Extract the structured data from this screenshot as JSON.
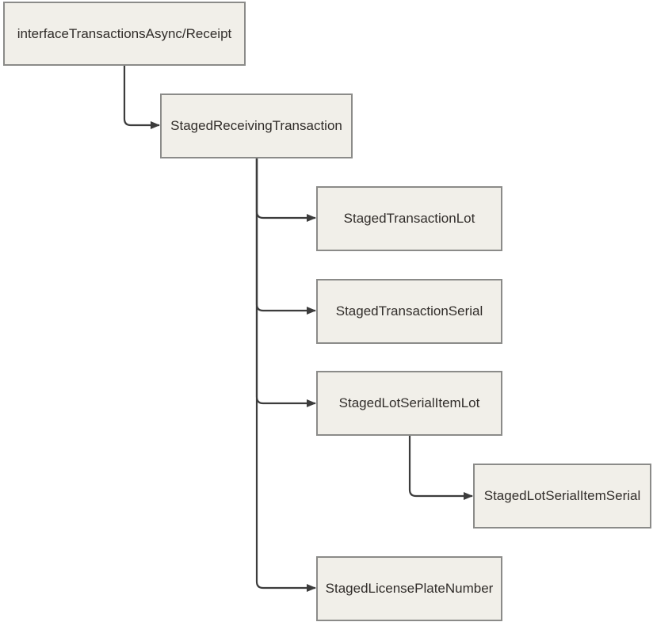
{
  "diagram": {
    "colors": {
      "node_fill": "#f1efe9",
      "node_border": "#8b8b89",
      "connector": "#3c3c3c",
      "text": "#312d2a"
    },
    "nodes": {
      "root": {
        "label": "interfaceTransactionsAsync/Receipt"
      },
      "receiving": {
        "label": "StagedReceivingTransaction"
      },
      "lot": {
        "label": "StagedTransactionLot"
      },
      "serial": {
        "label": "StagedTransactionSerial"
      },
      "lotserial_lot": {
        "label": "StagedLotSerialItemLot"
      },
      "lotserial_serial": {
        "label": "StagedLotSerialItemSerial"
      },
      "lpn": {
        "label": "StagedLicensePlateNumber"
      }
    }
  }
}
